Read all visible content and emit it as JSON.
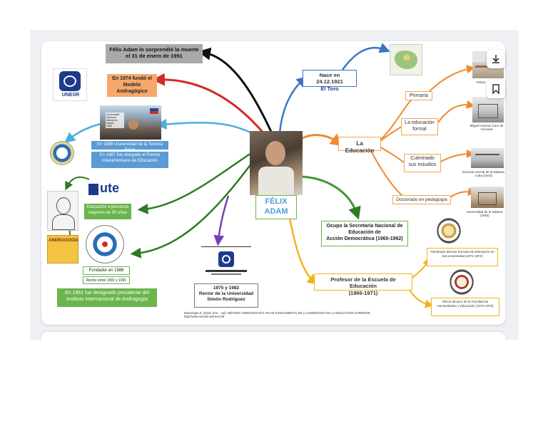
{
  "toolbar": {
    "download_icon": "download-icon",
    "bookmark_icon": "bookmark-icon"
  },
  "center": {
    "name_line1": "FÉLIX",
    "name_line2": "ADAM"
  },
  "death": {
    "line1": "Félix Adam lo sorprendió la muerte",
    "line2": "el 31 de enero de 1991"
  },
  "andragogic_model": {
    "text": "En 1974 fundó el Modelo Andragógico"
  },
  "unesr_logo": {
    "text": "UNESR"
  },
  "photo_caption": {
    "line1": "Universidad Nacional",
    "line2": "Abierta de Estado",
    "line3": "1980"
  },
  "third_age": {
    "text": "En 1988 Universidad de la Tercera Edad"
  },
  "prize": {
    "text": "En 1987 fue otorgado el Premio Interamericano de Educación"
  },
  "ute_logo": {
    "text": "ute"
  },
  "adult_ed": {
    "text": "Educación a personas mayores de 50 años"
  },
  "andragogia_book": {
    "text": "ANDRAGOGÍA"
  },
  "founder": {
    "label": "Fundador en 1986",
    "rector": "Rector entre 1991 y 1991"
  },
  "president": {
    "text": "En 1961 fue designado presidente del Instituto Internacional de Andragogía"
  },
  "rector_box": {
    "line1": "1975 y 1982",
    "line2": "Rector de la Universidad",
    "line3": "Simón Rodríguez"
  },
  "reference": {
    "line1": "Manzanget Z. (2019, Ene – Jul). MÉTODO ANDRAGÓGICO: PILAR FUNDAMENTAL DE LA ENSEÑANZA EN LA EDUCACIÓN SUPERIOR.",
    "line2": "http://www.eumed.net/rev/ced/"
  },
  "born": {
    "line1": "Nace en 24.12.1921",
    "line2": "El Toro"
  },
  "education": {
    "title": "La Educación",
    "primary": "Primaria",
    "formal": "La educación formal",
    "studies": "Culminado sus estudios",
    "doctorate": "Doctorado en pedagogía"
  },
  "captions": {
    "petion": "Petión",
    "miguel": "Miguel Antonio Caro de Cumaná",
    "normal": "Escuela normal de la habana, cuba (1943)",
    "habana": "Universidad de la habana (1945)",
    "director": "Nombrado director Escuela de Educación en esa universidad (1971-1972)",
    "dean": "Electo decano de la Facultad de Humanidades y Educación (1972-1975)"
  },
  "secretary": {
    "line1": "Ocupo la Secretaria Nacional de",
    "line2": "Educación de",
    "line3": "Acción Democrática (1960-1962)"
  },
  "professor": {
    "line1": "Profesor de la Escuela de Educación",
    "line2": "(1966-1971)"
  }
}
